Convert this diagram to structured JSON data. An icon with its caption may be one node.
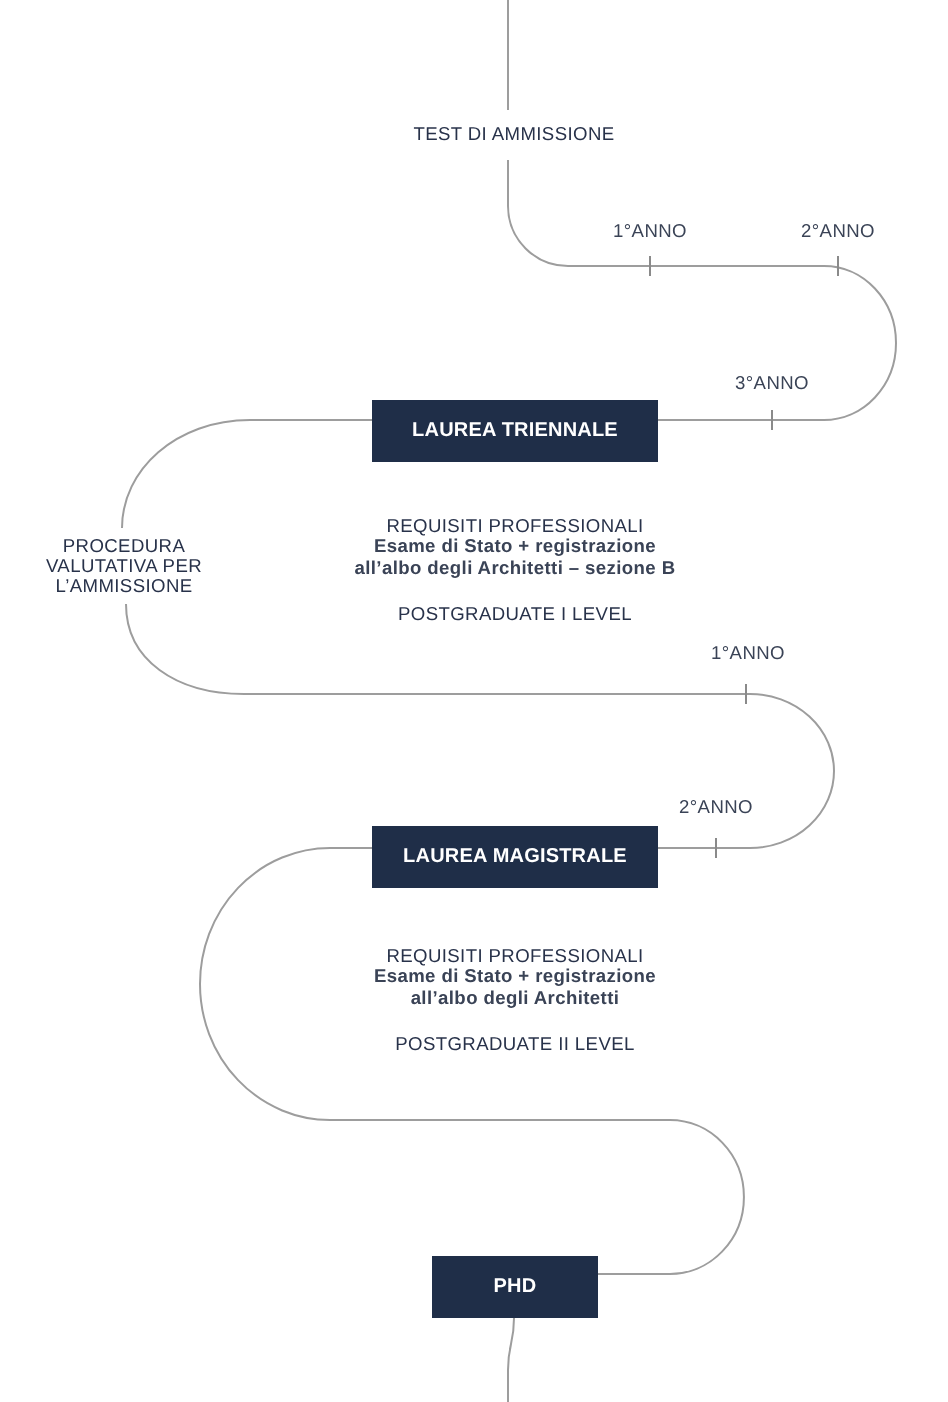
{
  "diagram": {
    "nodes": [
      {
        "text": [
          "TEST DI AMMISSIONE"
        ]
      },
      {
        "text": [
          "LAUREA TRIENNALE"
        ],
        "beside": [
          "REQUISITI PROFESSIONALI",
          "Esame di Stato + registrazione all’albo degli Architetti – sezione B",
          "POSTGRADUATE I LEVEL"
        ]
      },
      {
        "text": [
          "PROCEDURA VALUTATIVA PER L’AMMISSIONE"
        ]
      },
      {
        "text": [
          "LAUREA MAGISTRALE"
        ],
        "beside": [
          "REQUISITI PROFESSIONALI",
          "Esame di Stato + registrazione all’albo degli Architetti",
          "POSTGRADUATE II LEVEL"
        ]
      },
      {
        "text": [
          "PHD"
        ]
      }
    ],
    "edges": [
      {
        "from": null,
        "to": 0,
        "arrow": "none"
      },
      {
        "from": 0,
        "to": 1,
        "arrow": "none"
      },
      {
        "from": 1,
        "to": 2,
        "arrow": "none"
      },
      {
        "from": 2,
        "to": 3,
        "arrow": "none"
      },
      {
        "from": 3,
        "to": 4,
        "arrow": "none"
      },
      {
        "from": 4,
        "to": null,
        "arrow": "none"
      }
    ],
    "labels": [
      "1°ANNO",
      "2°ANNO",
      "3°ANNO",
      "1°ANNO",
      "2°ANNO"
    ]
  }
}
